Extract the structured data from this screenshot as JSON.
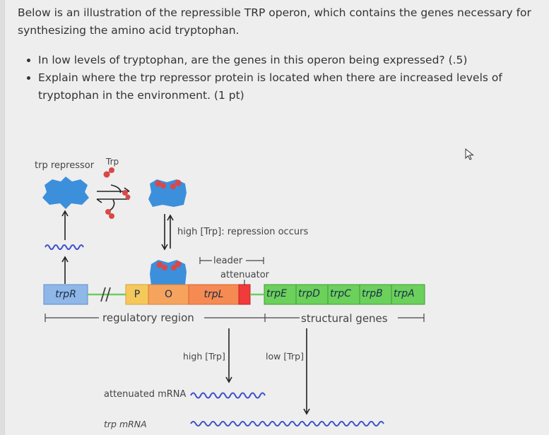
{
  "question": {
    "intro": "Below is an illustration of the repressible TRP operon, which contains the genes necessary for synthesizing the amino acid tryptophan.",
    "bullets": [
      "In low levels of tryptophan, are the genes in this operon being expressed? (.5)",
      "Explain where the trp repressor protein is located when there are increased levels of tryptophan in the environment.  (1 pt)"
    ]
  },
  "diagram": {
    "repressor_label": "trp repressor",
    "trp_label": "Trp",
    "repression_label": "high [Trp]: repression occurs",
    "leader_label": "leader",
    "attenuator_label": "attenuator",
    "trpR_label": "trpR",
    "promoter_label": "P",
    "operator_label": "O",
    "trpL_label": "trpL",
    "structural_genes": [
      "trpE",
      "trpD",
      "trpC",
      "trpB",
      "trpA"
    ],
    "regulatory_region_label": "regulatory region",
    "structural_genes_label": "structural genes",
    "high_trp_label": "high [Trp]",
    "low_trp_label": "low [Trp]",
    "attenuated_mrna_label": "attenuated mRNA",
    "trp_mrna_label": "trp mRNA",
    "colors": {
      "repressor_blue": "#3c8fdb",
      "trp_red": "#d94848",
      "trpR_blue": "#8fb7e8",
      "promoter_yellow": "#f5c85c",
      "operator_orange": "#f6a35e",
      "trpL_orange": "#f58a52",
      "attenuator_red": "#ef3b3b",
      "structural_green": "#6bd05c",
      "mrna_blue": "#3a50c9"
    }
  }
}
